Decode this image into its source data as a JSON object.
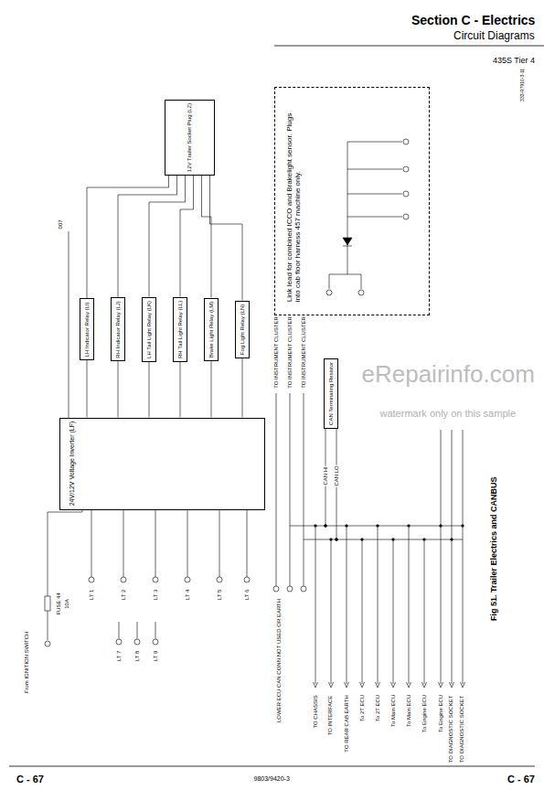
{
  "diagram": {
    "title": "Section C - Electrics",
    "caption": "Fig 51. Trailer Electrics and CANBUS",
    "nodes": [
      {
        "text": [
          "12V Trailer Socket Plug (LZ)"
        ]
      },
      {
        "text": [
          "LH Indicator Relay (LI)"
        ]
      },
      {
        "text": [
          "RH Indicator Relay (LJ)"
        ]
      },
      {
        "text": [
          "LH Tail Light Relay (LK)"
        ]
      },
      {
        "text": [
          "RH Tail Light Relay (LL)"
        ]
      },
      {
        "text": [
          "Brake Light Relay (LM)"
        ]
      },
      {
        "text": [
          "Fog Light Relay (LN)"
        ]
      },
      {
        "text": [
          "24V/12V Voltage Inverter (LF)"
        ]
      },
      {
        "text": [
          "CAN Terminating Resistor"
        ]
      },
      {
        "text": [
          "Link lead for combined ICCO and Brakelight sensor. Plugs into cab floor harness 457 machine only."
        ]
      }
    ],
    "edges": [
      {
        "from": 1,
        "to": 0,
        "arrow": "none"
      },
      {
        "from": 2,
        "to": 0,
        "arrow": "none"
      },
      {
        "from": 3,
        "to": 0,
        "arrow": "none"
      },
      {
        "from": 4,
        "to": 0,
        "arrow": "none"
      },
      {
        "from": 5,
        "to": 0,
        "arrow": "none"
      },
      {
        "from": 6,
        "to": 0,
        "arrow": "none"
      },
      {
        "from": 7,
        "to": 1,
        "arrow": "none"
      },
      {
        "from": 7,
        "to": 2,
        "arrow": "none"
      },
      {
        "from": 7,
        "to": 3,
        "arrow": "none"
      },
      {
        "from": 7,
        "to": 4,
        "arrow": "none"
      },
      {
        "from": 7,
        "to": 5,
        "arrow": "none"
      },
      {
        "from": 7,
        "to": 6,
        "arrow": "none"
      }
    ],
    "labels": [
      "Circuit Diagrams",
      "435S Tier 4",
      "333-R7910-3-11",
      "007",
      "FUSE 44",
      "10A",
      "From IGNITION SWITCH",
      "LT 1",
      "LT 2",
      "LT 3",
      "LT 4",
      "LT 5",
      "LT 6",
      "LT 7",
      "LT 8",
      "LT 9",
      "TO INSTRUMENT CLUSTER",
      "TO INSTRUMENT CLUSTER",
      "TO INSTRUMENT CLUSTER",
      "CAN HI",
      "CAN LO",
      "LOWER ECU CAN CONN NOT USED OR EARTH",
      "TO CHASSIS",
      "TO INTERFACE",
      "TO REAR CAB EARTH",
      "To 2T ECU",
      "To 2T ECU",
      "To Main ECU",
      "To Main ECU",
      "To Engine ECU",
      "To Engine ECU",
      "TO DIAGNOSTIC SOCKET",
      "TO DIAGNOSTIC SOCKET",
      "eRepairinfo.com",
      "watermark only on this sample",
      "C - 67",
      "9803/9420-3",
      "C - 67"
    ]
  }
}
